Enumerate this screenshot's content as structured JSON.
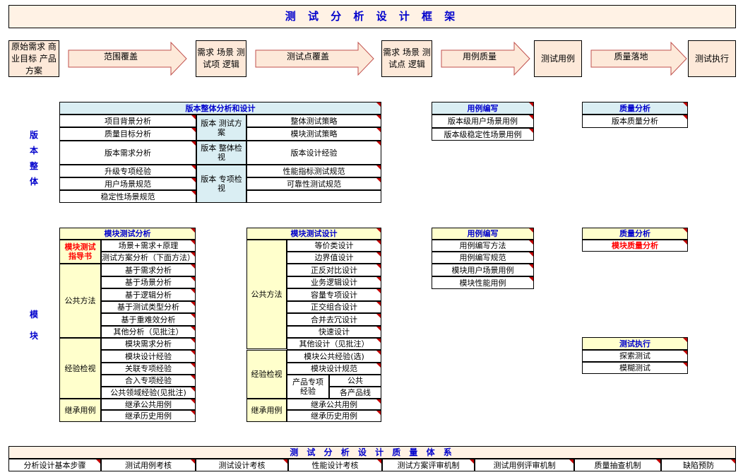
{
  "title": "测 试 分 析 设 计 框 架",
  "flow": {
    "box1": "原始需求 商业目标 产品方案",
    "arrow1": "范围覆盖",
    "box2": "需求 场景 测试项 逻辑",
    "arrow2": "测试点覆盖",
    "box3": "需求 场景 测试点 逻辑",
    "arrow3": "用例质量",
    "box4": "测试用例",
    "arrow4": "质量落地",
    "box5": "测试执行"
  },
  "side_labels": {
    "version": "版本整体",
    "module": "模块"
  },
  "version_design": {
    "header": "版本整体分析和设计",
    "left": [
      "项目背景分析",
      "质量目标分析",
      "版本需求分析",
      "升级专项经验",
      "用户场景规范",
      "稳定性场景规范"
    ],
    "mid": [
      "版本 测试方案",
      "版本 整体检视",
      "版本 专项检视"
    ],
    "right": [
      "整体测试策略",
      "模块测试策略",
      "版本设计经验",
      "性能指标测试规范",
      "可靠性测试规范"
    ]
  },
  "case_writing_version": {
    "header": "用例编写",
    "items": [
      "版本级用户场景用例",
      "版本级稳定性场景用例"
    ]
  },
  "quality_version": {
    "header": "质量分析",
    "items": [
      "版本质量分析"
    ]
  },
  "module_analysis": {
    "header": "模块测试分析",
    "guide_label": "模块测试 指导书",
    "guide_items": [
      "场景+需求+原理",
      "测试方案分析（下面方法）"
    ],
    "method_label": "公共方法",
    "method_items": [
      "基于需求分析",
      "基于场景分析",
      "基于逻辑分析",
      "基于测试类型分析",
      "基于重难效分析",
      "其他分析（见批注）"
    ],
    "exp_label": "经验检视",
    "exp_items": [
      "模块需求分析",
      "模块设计经验",
      "关联专项经验",
      "合入专项经验",
      "公共领域经验(见批注)"
    ],
    "inherit_label": "继承用例",
    "inherit_items": [
      "继承公共用例",
      "继承历史用例"
    ]
  },
  "module_design": {
    "header": "模块测试设计",
    "method_label": "公共方法",
    "method_items": [
      "等价类设计",
      "边界值设计",
      "正反对比设计",
      "业务逻辑设计",
      "容量专项设计",
      "正交组合设计",
      "合并去冗设计",
      "快速设计",
      "其他设计（见批注）"
    ],
    "exp_label": "经验检视",
    "exp_items": [
      "模块公共经验(选)",
      "模块设计规范"
    ],
    "product_exp": "产品专项 经验",
    "public_label": "公共",
    "all_lines": "各产品线",
    "inherit_label": "继承用例",
    "inherit_items": [
      "继承公共用例",
      "继承历史用例"
    ]
  },
  "case_writing_module": {
    "header": "用例编写",
    "items": [
      "用例编写方法",
      "用例编写规范",
      "模块用户场景用例",
      "模块性能用例"
    ]
  },
  "quality_module": {
    "header": "质量分析",
    "items": [
      "模块质量分析"
    ]
  },
  "test_exec": {
    "header": "测试执行",
    "items": [
      "探索测试",
      "模糊测试"
    ]
  },
  "quality_system": {
    "header": "测 试 分 析 设 计 质 量 体 系",
    "items": [
      "分析设计基本步骤",
      "测试用例考核",
      "测试设计考核",
      "性能设计考核",
      "测试方案评审机制",
      "测试用例评审机制",
      "质量抽查机制",
      "缺陷预防"
    ]
  },
  "colors": {
    "title_bg": "#fff2e5",
    "header_blue": "#daeef3",
    "header_yellow": "#ffffcc",
    "accent_blue": "#0000cc",
    "accent_red": "#ff0000",
    "flow_arrow": "#fde9d9"
  }
}
